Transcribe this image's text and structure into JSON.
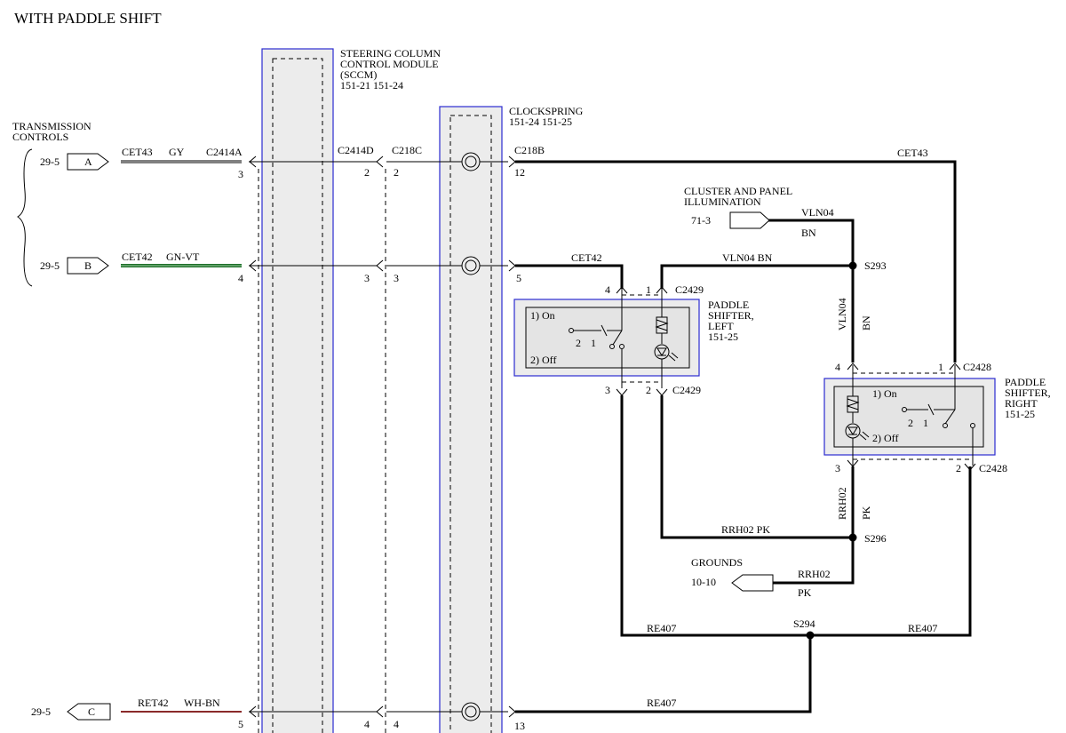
{
  "title": "WITH PADDLE SHIFT",
  "modules": {
    "sccm": {
      "line1": "STEERING COLUMN",
      "line2": "CONTROL MODULE",
      "line3": "(SCCM)",
      "line4": "151-21   151-24"
    },
    "clockspring": {
      "line1": "CLOCKSPRING",
      "line2": "151-24   151-25"
    }
  },
  "transmission": {
    "line1": "TRANSMISSION",
    "line2": "CONTROLS"
  },
  "connectors": [
    {
      "ref": "29-5",
      "letter": "A"
    },
    {
      "ref": "29-5",
      "letter": "B"
    },
    {
      "ref": "29-5",
      "letter": "C"
    }
  ],
  "wires": {
    "a_circuit": "CET43",
    "a_color": "GY",
    "a_conn": "C2414A",
    "a_pin": "3",
    "b_circuit": "CET42",
    "b_color": "GN-VT",
    "b_pin": "4",
    "c_circuit": "RET42",
    "c_color": "WH-BN",
    "c_pin": "5"
  },
  "sccm_pins": {
    "conn1": "C2414D",
    "conn2": "C218C",
    "p2a": "2",
    "p2b": "2",
    "p3a": "3",
    "p3b": "3",
    "p4a": "4",
    "p4b": "4"
  },
  "clock_pins": {
    "conn": "C218B",
    "p12": "12",
    "p5": "5",
    "p13": "13"
  },
  "right_wires": {
    "cet43": "CET43",
    "cet42": "CET42",
    "vln04_bn": "VLN04  BN",
    "vln04": "VLN04",
    "bn": "BN",
    "rrh02_pk": "RRH02   PK",
    "rrh02": "RRH02",
    "pk": "PK",
    "re407": "RE407"
  },
  "cluster": {
    "line1": "CLUSTER AND PANEL",
    "line2": "ILLUMINATION",
    "ref": "71-3"
  },
  "grounds": {
    "line1": "GROUNDS",
    "ref": "10-10"
  },
  "splices": {
    "s293": "S293",
    "s296": "S296",
    "s294": "S294"
  },
  "left_shifter": {
    "title1": "PADDLE",
    "title2": "SHIFTER,",
    "title3": "LEFT",
    "ref": "151-25",
    "on": "1) On",
    "off": "2) Off",
    "conn": "C2429",
    "p4": "4",
    "p1": "1",
    "p3": "3",
    "p2": "2",
    "s2": "2",
    "s1": "1"
  },
  "right_shifter": {
    "title1": "PADDLE",
    "title2": "SHIFTER,",
    "title3": "RIGHT",
    "ref": "151-25",
    "on": "1) On",
    "off": "2) Off",
    "conn": "C2428",
    "p4": "4",
    "p1": "1",
    "p3": "3",
    "p2": "2",
    "s2": "2",
    "s1": "1"
  },
  "colors": {
    "module_border": "#2b2bd0",
    "module_fill": "#ececec",
    "gray_wire": "#808080",
    "green_wire": "#1f6e2a",
    "brown_wire": "#8a2a2a"
  }
}
